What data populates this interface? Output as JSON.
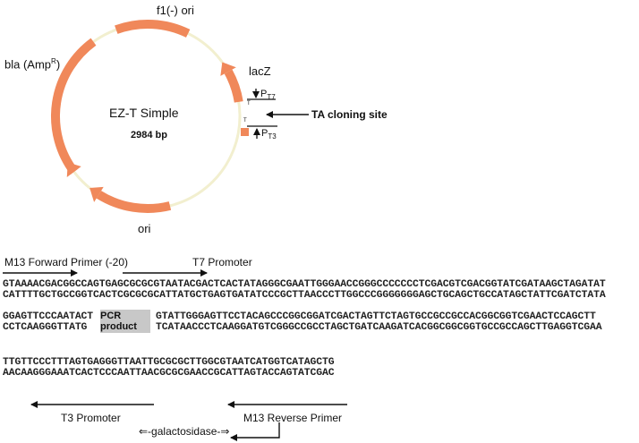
{
  "plasmid": {
    "name": "EZ-T Simple",
    "size": "2984 bp",
    "features": {
      "f1": "f1(-) ori",
      "bla": "bla (Amp",
      "bla_sup": "R",
      "bla_close": ")",
      "lacz": "lacZ",
      "ori": "ori",
      "pt7": "P",
      "pt7_sub": "T7",
      "pt3": "P",
      "pt3_sub": "T3",
      "ta_site": "TA cloning site",
      "t_mark": "T"
    },
    "colors": {
      "feature": "#f0885a",
      "backbone": "#f2efcf"
    }
  },
  "sequence": {
    "m13_forward": "M13 Forward Primer (-20)",
    "t7_promoter": "T7 Promoter",
    "row1_top": "GTAAAACGACGGCCAGTGAGCGCGCGTAATACGACTCACTATAGGGCGAATTGGGAACCGGGCCCCCCCTCGACGTCGACGGTATCGATAAGCTAGATAT",
    "row1_bottom": "CATTTTGCTGCCGGTCACTCGCGCGCATTATGCTGAGTGATATCCCGCTTAACCCTTGGCCCGGGGGGGAGCTGCAGCTGCCATAGCTATTCGATCTATA",
    "row2_top_left": "GGAGTTCCCAATACT",
    "row2_bottom_left": "CCTCAAGGGTTATG",
    "pcr_product": "PCR product",
    "row2_top_right": "GTATTGGGAGTTCCTACAGCCCGGCGGATCGACTAGTTCTAGTGCCGCCGCCACGGCGGTCGAACTCCAGCTT",
    "row2_bottom_right": "TCATAACCCTCAAGGATGTCGGGCCGCCTAGCTGATCAAGATCACGGCGGCGGTGCCGCCAGCTTGAGGTCGAA",
    "row3_top": "TTGTTCCCTTTAGTGAGGGTTAATTGCGCGCTTGGCGTAATCATGGTCATAGCTG",
    "row3_bottom": "AACAAGGGAAATCACTCCCAATTAACGCGCGAACCGCATTAGTACCAGTATCGAC",
    "t3_promoter": "T3 Promoter",
    "m13_reverse": "M13 Reverse Primer",
    "galactosidase": "⇐-galactosidase-⇒"
  }
}
